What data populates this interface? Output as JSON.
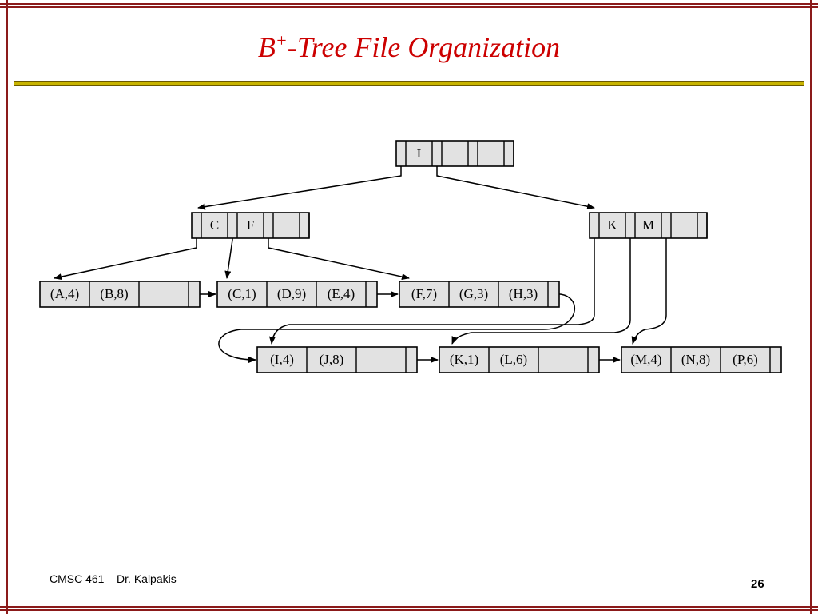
{
  "slide": {
    "title_base": "B",
    "title_sup": "+",
    "title_rest": "-Tree File Organization",
    "footer_left": "CMSC 461 – Dr. Kalpakis",
    "page_number": "26"
  },
  "tree": {
    "root": {
      "keys": [
        "I"
      ]
    },
    "internal": [
      {
        "keys": [
          "C",
          "F"
        ]
      },
      {
        "keys": [
          "K",
          "M"
        ]
      }
    ],
    "leaves": [
      {
        "records": [
          "(A,4)",
          "(B,8)",
          ""
        ]
      },
      {
        "records": [
          "(C,1)",
          "(D,9)",
          "(E,4)"
        ]
      },
      {
        "records": [
          "(F,7)",
          "(G,3)",
          "(H,3)"
        ]
      },
      {
        "records": [
          "(I,4)",
          "(J,8)",
          ""
        ]
      },
      {
        "records": [
          "(K,1)",
          "(L,6)",
          ""
        ]
      },
      {
        "records": [
          "(M,4)",
          "(N,8)",
          "(P,6)"
        ]
      }
    ]
  }
}
